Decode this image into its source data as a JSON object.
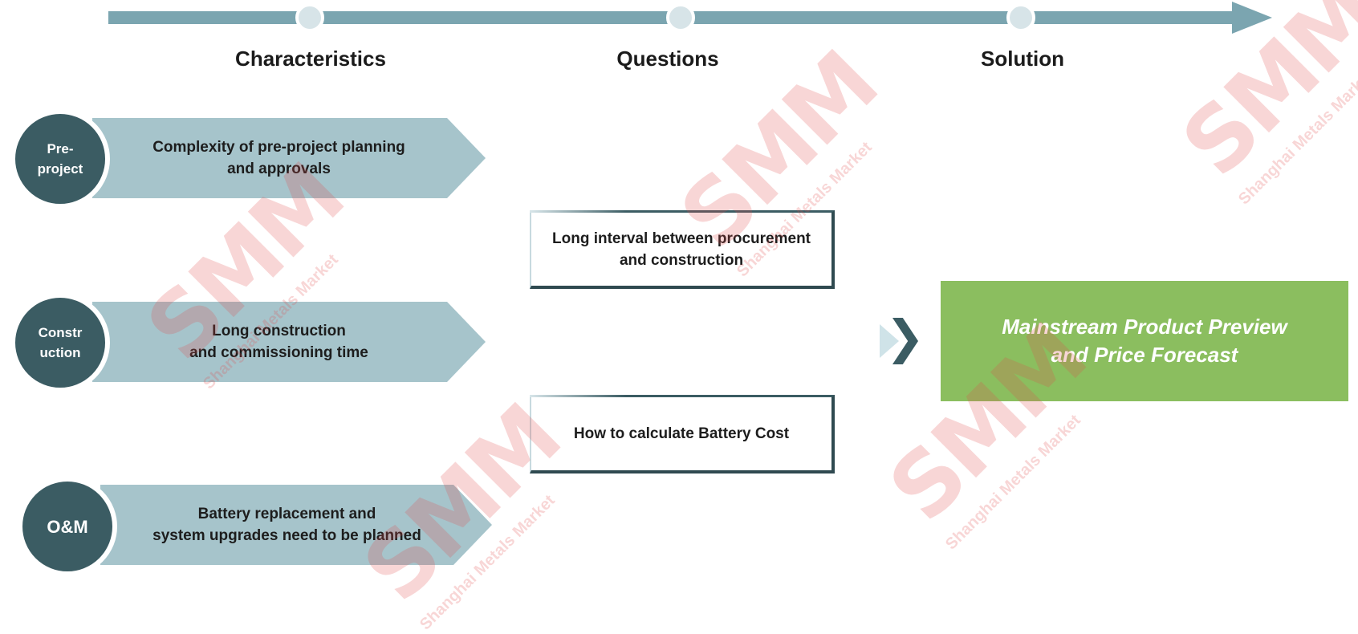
{
  "columns": {
    "characteristics": "Characteristics",
    "questions": "Questions",
    "solution": "Solution"
  },
  "stages": [
    {
      "circle": "Pre-\nproject",
      "text": "Complexity of pre-project planning\nand approvals"
    },
    {
      "circle": "Constr\nuction",
      "text": "Long construction\nand commissioning time"
    },
    {
      "circle": "O&M",
      "text": "Battery replacement and\nsystem upgrades need to be planned"
    }
  ],
  "questions": [
    "Long interval between procurement\nand construction",
    "How to calculate Battery Cost"
  ],
  "solution": "Mainstream Product Preview\nand Price Forecast",
  "watermark": {
    "logo": "SMM",
    "tagline": "Shanghai Metals Market"
  },
  "colors": {
    "timeline": "#7ba5b0",
    "stage_circle": "#3b5c63",
    "stage_arrow": "#a6c4cb",
    "solution": "#8bbe5f",
    "watermark": "#e24a4a"
  }
}
